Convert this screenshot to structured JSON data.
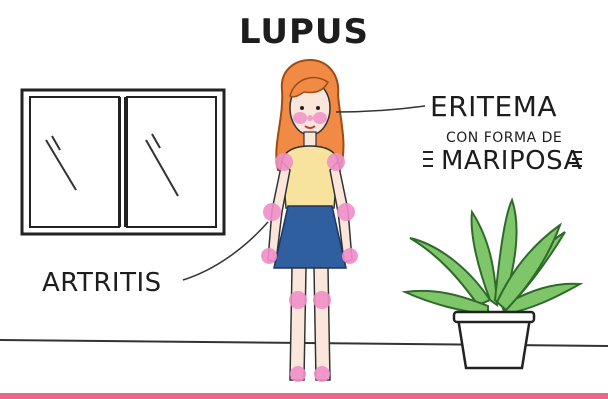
{
  "title": "LUPUS",
  "labels": {
    "rash_line1": "ERITEMA",
    "rash_line2": "CON FORMA DE",
    "rash_line3": "MARIPOSA",
    "arthritis": "ARTRITIS"
  },
  "colors": {
    "hair": "#f08a45",
    "skin": "#fbe6dc",
    "shirt": "#f7e39e",
    "skirt": "#2f5f9e",
    "joint_highlight": "#f08fc9",
    "plant_leaf": "#7fc66a",
    "pot": "#ffffff",
    "bottom_bar": "#e9678a"
  }
}
